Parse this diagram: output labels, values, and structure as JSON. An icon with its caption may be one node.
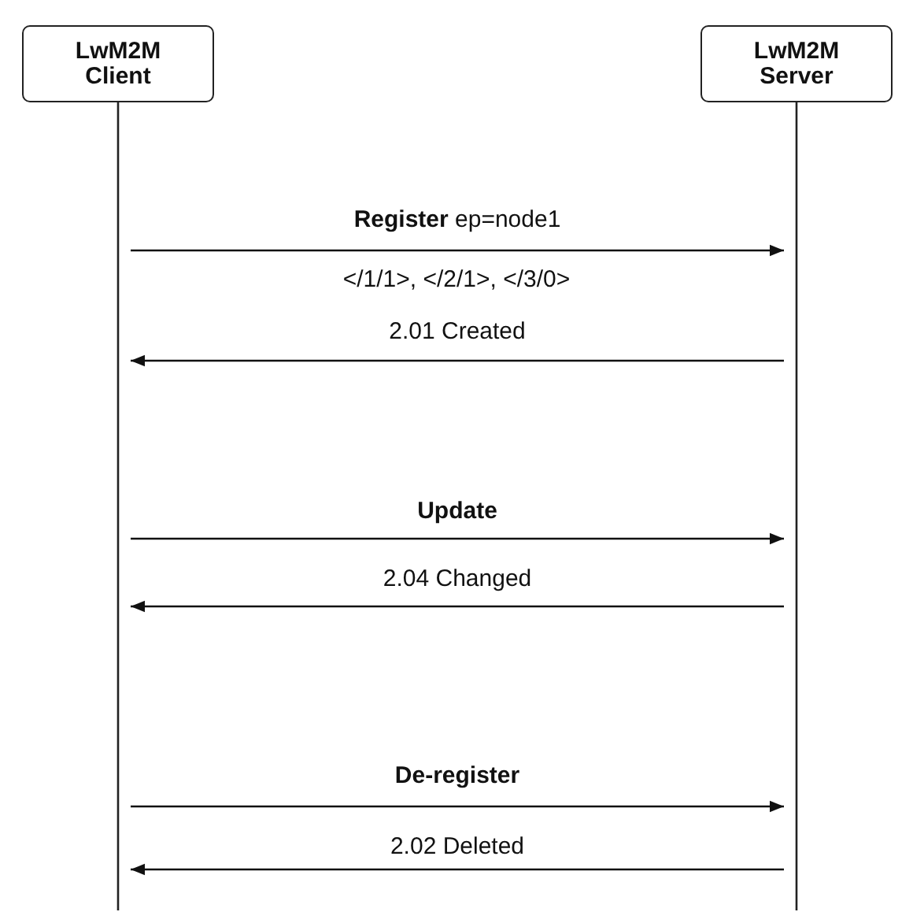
{
  "diagram": {
    "nodes": [
      {
        "text": [
          "LwM2M Client"
        ]
      },
      {
        "text": [
          "LwM2M Server"
        ]
      }
    ],
    "edges": [
      {
        "from": 0,
        "to": 1,
        "arrow": "to",
        "label": "**Register** ep=node1"
      },
      {
        "from": 1,
        "to": 0,
        "arrow": "to",
        "label": "2.01 Created"
      },
      {
        "from": 0,
        "to": 1,
        "arrow": "to",
        "label": "Update"
      },
      {
        "from": 1,
        "to": 0,
        "arrow": "to",
        "label": "2.04 Changed"
      },
      {
        "from": 0,
        "to": 1,
        "arrow": "to",
        "label": "De-register"
      },
      {
        "from": 1,
        "to": 0,
        "arrow": "to",
        "label": "2.02 Deleted"
      }
    ],
    "labels": [
      "</1/1>, </2/1>, </3/0>"
    ]
  }
}
